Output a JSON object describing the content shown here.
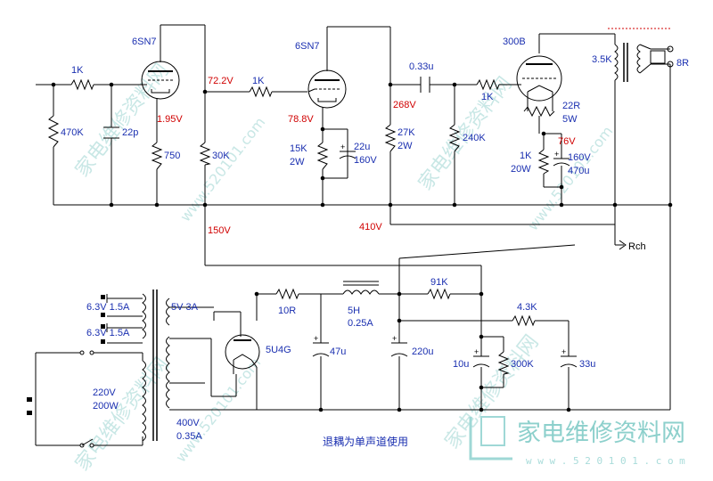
{
  "labels": {
    "tube1": "6SN7",
    "tube2": "6SN7",
    "tube3": "300B",
    "rect": "5U4G",
    "r_in": "1K",
    "r_470k": "470K",
    "c_22p": "22p",
    "r_750": "750",
    "r_30k": "30K",
    "r_1k_mid": "1K",
    "r_15k": "15K",
    "r_15k_w": "2W",
    "c_22u": "22u",
    "c_22u_v": "160V",
    "c_033": "0.33u",
    "r_27k": "27K",
    "r_27k_w": "2W",
    "r_240k": "240K",
    "r_1k_grid3": "1K",
    "r_22r": "22R",
    "r_22r_w": "5W",
    "r_1k_20w": "1K",
    "r_1k_20w_w": "20W",
    "c_470u_v": "160V",
    "c_470u": "470u",
    "out_z": "3.5K",
    "spk": "8R",
    "rch": "Rch",
    "tr_6v3_a": "6.3V 1.5A",
    "tr_6v3_b": "6.3V 1.5A",
    "tr_5v": "5V 3A",
    "tr_220": "220V",
    "tr_200w": "200W",
    "tr_400": "400V",
    "tr_035": "0.35A",
    "r_10r": "10R",
    "choke": "5H",
    "choke_a": "0.25A",
    "r_91k": "91K",
    "r_43k": "4.3K",
    "c_47u": "47u",
    "c_220u": "220u",
    "c_10u": "10u",
    "r_300k": "300K",
    "c_33u": "33u",
    "caption": "退耦为单声道使用"
  },
  "voltages": {
    "v1": "1.95V",
    "v2": "72.2V",
    "v3": "78.8V",
    "v4": "268V",
    "v5": "76V",
    "v6": "150V",
    "v7": "410V"
  },
  "watermark": {
    "text_cn": "家电维修资料网",
    "text_url": "www.520101.com",
    "logo_cn": "家电维修资料网",
    "logo_url": "w w w . 5 2 0 1 0 1 . c o m"
  },
  "colors": {
    "label": "#1a2fb0",
    "voltage": "#d00000",
    "watermark": "#7cc9c4"
  }
}
